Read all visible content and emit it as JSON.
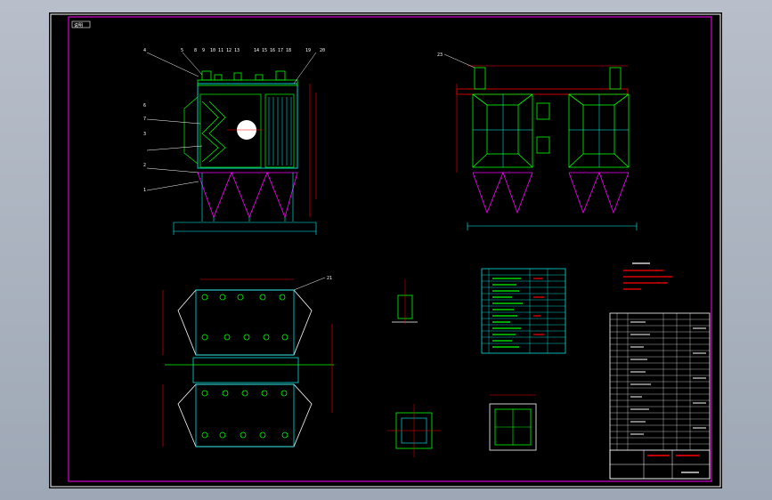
{
  "drawing": {
    "sheet_tag": "说明",
    "callouts_front": [
      "4",
      "5",
      "8",
      "9",
      "10",
      "11",
      "12",
      "13",
      "14",
      "15",
      "16",
      "17",
      "18",
      "19",
      "20"
    ],
    "callouts_left": [
      "6",
      "7",
      "3",
      "2",
      "1"
    ],
    "callout_side": "23",
    "callout_plan": "21",
    "colors": {
      "background": "#000000",
      "frame": "#ff00ff",
      "outline": "#ff0000",
      "detail": "#00ff00",
      "dimension": "#00ffff",
      "text": "#ffffff"
    }
  }
}
